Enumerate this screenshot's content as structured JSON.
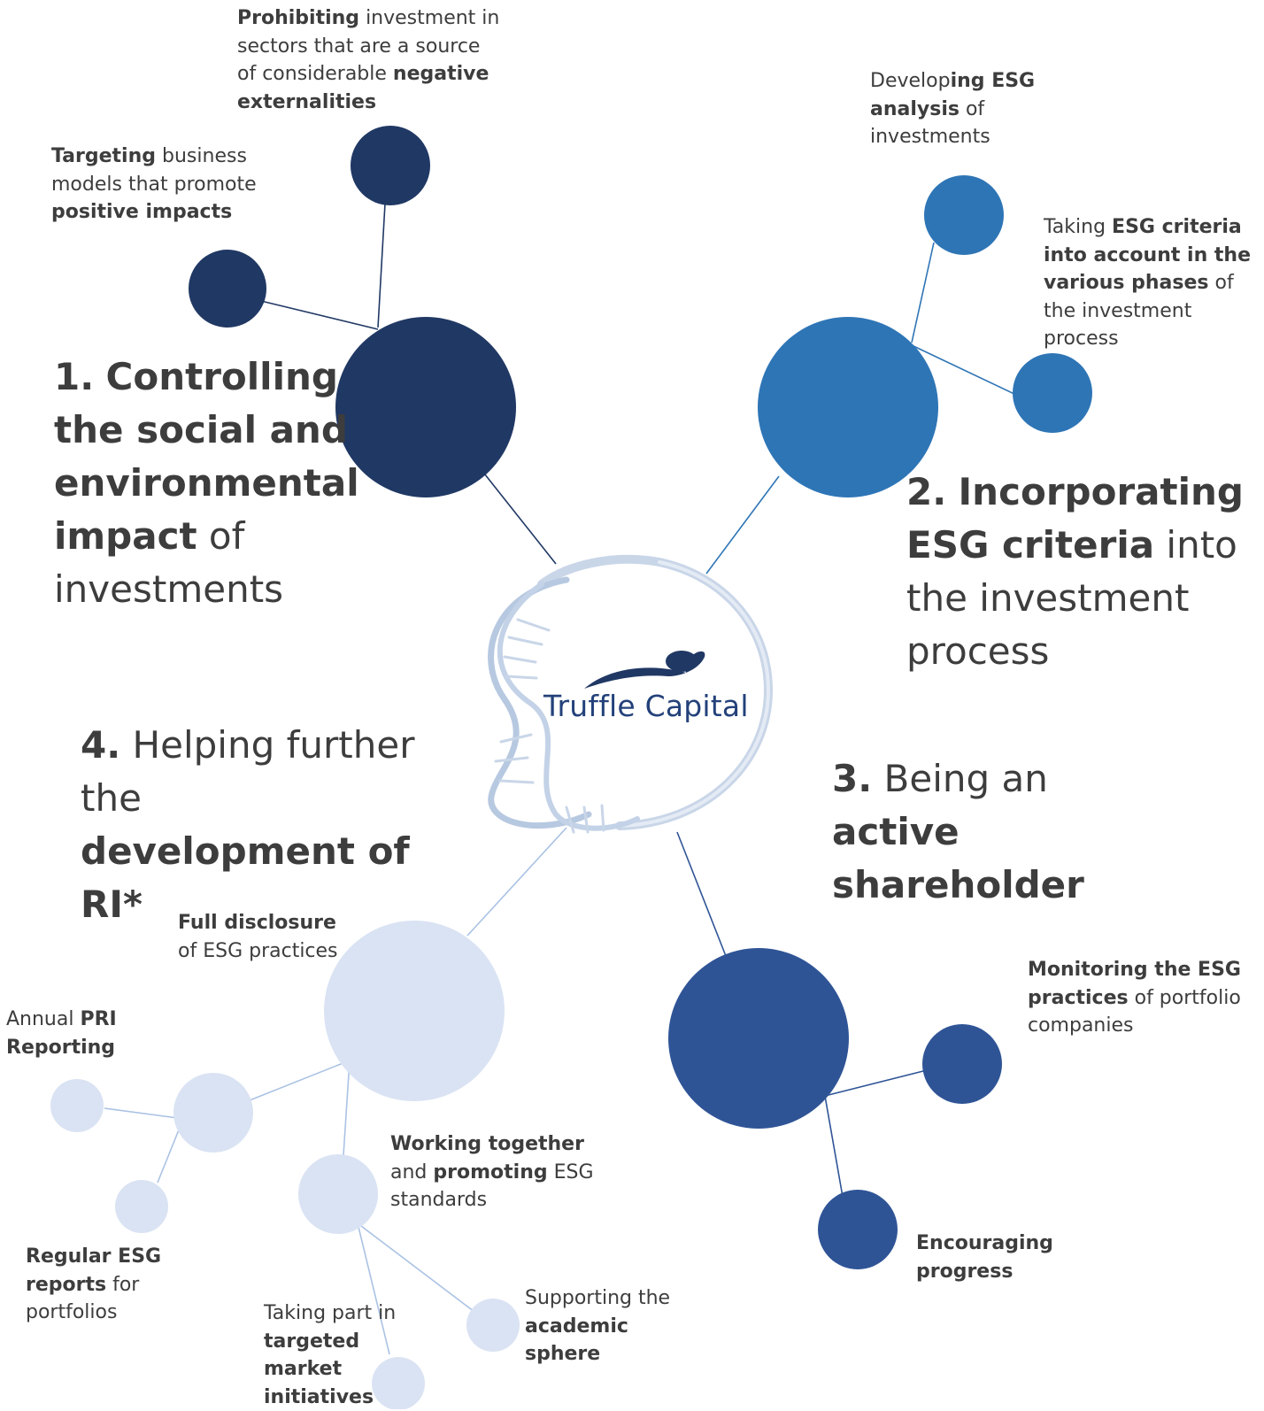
{
  "colors": {
    "navy": "#203864",
    "mid_blue": "#2e75b6",
    "dark_blue": "#2f5496",
    "light_blue": "#dae3f3",
    "text": "#3d3d3d",
    "logo": "#23417a"
  },
  "center": {
    "logo_text": "Truffle Capital",
    "logo_icon": "truffle-swoosh-icon",
    "decoration": "dna-helix-icon"
  },
  "pillars": {
    "p1": {
      "number": "1.",
      "bold": "Controlling the social and environmental impact",
      "rest": "of investments"
    },
    "p2": {
      "number": "2.",
      "bold": "Incorporating ESG criteria",
      "rest": "into the investment process"
    },
    "p3": {
      "number": "3.",
      "lead": "Being an",
      "bold": "active shareholder"
    },
    "p4": {
      "number": "4.",
      "lead": "Helping further the",
      "bold": "development of RI*"
    }
  },
  "leaves": {
    "prohibiting": {
      "b1": "Prohibiting",
      "t1": "investment in sectors that are a source of considerable",
      "b2": "negative externalities"
    },
    "targeting": {
      "b1": "Targeting",
      "t1": "business models that promote",
      "b2": "positive impacts"
    },
    "developing": {
      "t1": "Develop",
      "b1": "ing ESG analysis",
      "t2": "of investments"
    },
    "taking_esg": {
      "t1": "Taking",
      "b1": "ESG criteria into account in the various phases",
      "t2": "of the investment process"
    },
    "monitoring": {
      "b1": "Monitoring the ESG practices",
      "t1": "of portfolio companies"
    },
    "encouraging": {
      "b1": "Encouraging progress"
    },
    "full_disclosure": {
      "b1": "Full disclosure",
      "t1": "of ESG practices"
    },
    "annual_pri": {
      "t1": "Annual",
      "b1": "PRI Reporting"
    },
    "regular_esg": {
      "b1": "Regular ESG reports",
      "t1": "for portfolios"
    },
    "working_together": {
      "b1": "Working together",
      "t1": "and",
      "b2": "promoting",
      "t2": "ESG standards"
    },
    "taking_part": {
      "t1": "Taking part in",
      "b1": "targeted market initiatives"
    },
    "supporting": {
      "t1": "Supporting the",
      "b1": "academic sphere"
    }
  }
}
